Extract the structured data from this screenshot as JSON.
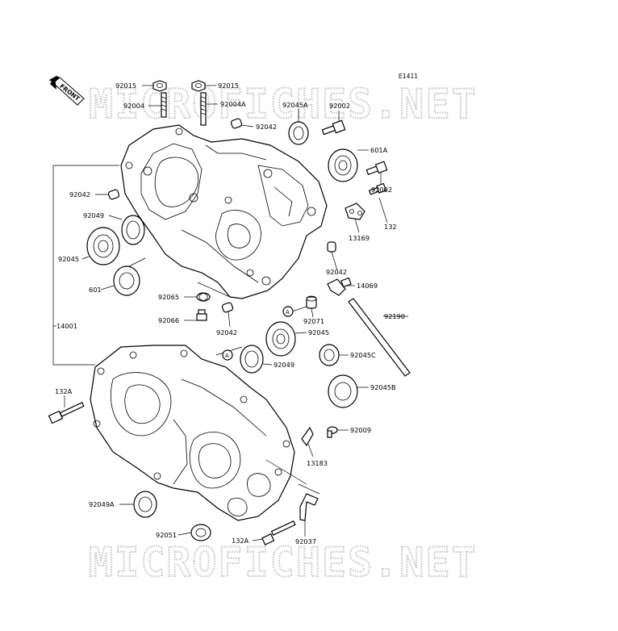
{
  "diagram_code": "E1411",
  "front_label": "FRONT",
  "watermarks": [
    "MICROFICHES.NET",
    "MICROFICHES.NET"
  ],
  "callouts": {
    "ref_a": "A",
    "ref_a2": "A"
  },
  "labels": {
    "l92015a": "92015",
    "l92015b": "92015",
    "l92004": "92004",
    "l92004A": "92004A",
    "l92045A": "92045A",
    "l92002a": "92002",
    "l92042a": "92042",
    "l601A": "601A",
    "l92042b": "92042",
    "l92002b": "92002",
    "l92049": "92049",
    "l132a": "132",
    "l13169": "13169",
    "l92045a": "92045",
    "l601": "601",
    "l92042c": "92042",
    "l92065": "92065",
    "l14069": "14069",
    "l92071": "92071",
    "l92190": "92190",
    "l92066": "92066",
    "l92042d": "92042",
    "l14001": "14001",
    "l92045b": "92045",
    "l92049b": "92049",
    "l92045C": "92045C",
    "l132A": "132A",
    "l92045B": "92045B",
    "l92009": "92009",
    "l13183": "13183",
    "l92049A": "92049A",
    "l92051": "92051",
    "l132A2": "132A",
    "l92037": "92037"
  }
}
